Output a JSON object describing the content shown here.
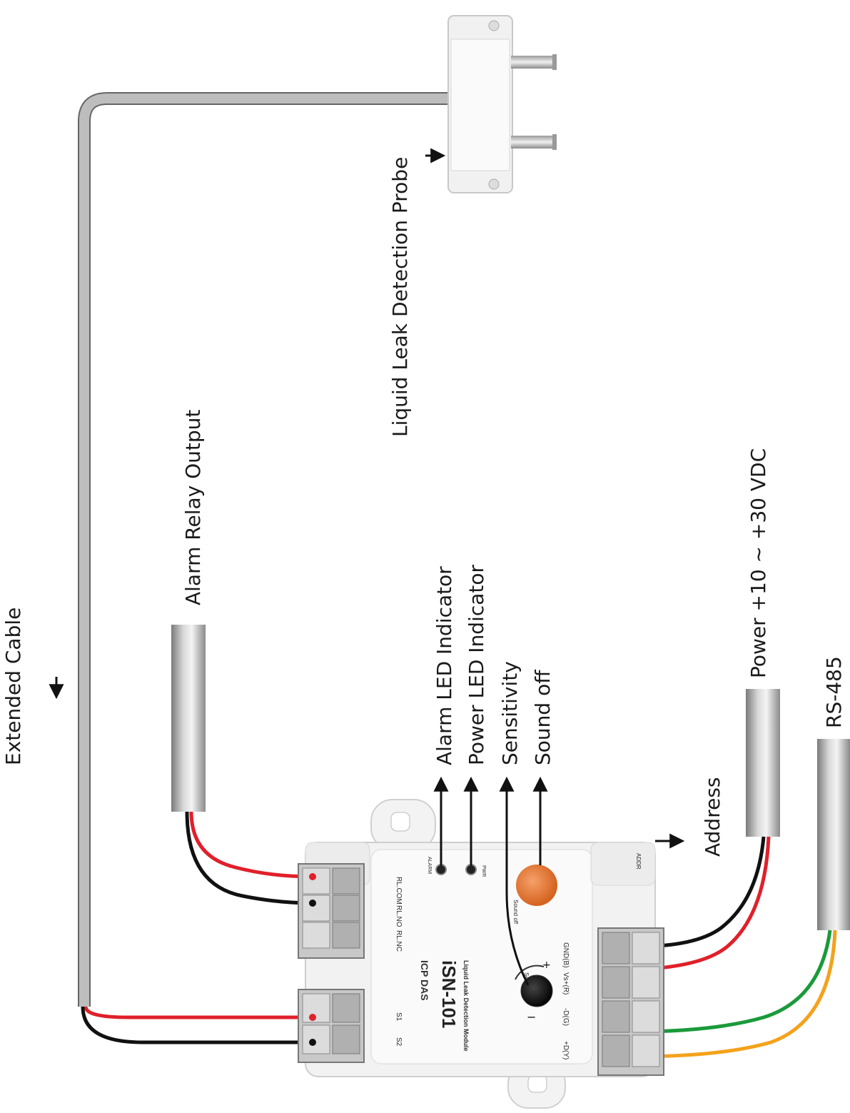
{
  "labels": {
    "extended_cable": "Extended Cable",
    "alarm_relay_output": "Alarm Relay Output",
    "liquid_leak_probe": "Liquid Leak Detection Probe",
    "alarm_led": "Alarm LED Indicator",
    "power_led": "Power LED Indicator",
    "sensitivity": "Sensitivity",
    "sound_off": "Sound off",
    "address": "Address",
    "power": "Power +10 ~ +30 VDC",
    "rs485": "RS-485"
  },
  "device": {
    "brand": "ICP DAS",
    "model": "iSN-101",
    "description": "Liquid Leak Detection Module",
    "pin_rl_com": "RL.COM",
    "pin_rl_no": "RL.NO",
    "pin_rl_nc": "RL.NC",
    "pin_s1": "S1",
    "pin_s2": "S2",
    "pin_gnd": "GND(B)",
    "pin_vs": "Vs+(R)",
    "pin_d_minus": "-D(G)",
    "pin_d_plus": "+D(Y)",
    "led_alarm": "ALARM",
    "led_pwr": "PWR",
    "knob_label": "Sensitivity",
    "button_label": "Sound off",
    "addr_label": "ADDR"
  },
  "colors": {
    "wire_red": "#e0202a",
    "wire_black": "#111111",
    "wire_green": "#1a9a3a",
    "wire_yellow": "#f4a21c",
    "button_orange": "#e8742a",
    "cable_gray": "#b8b8b8"
  }
}
